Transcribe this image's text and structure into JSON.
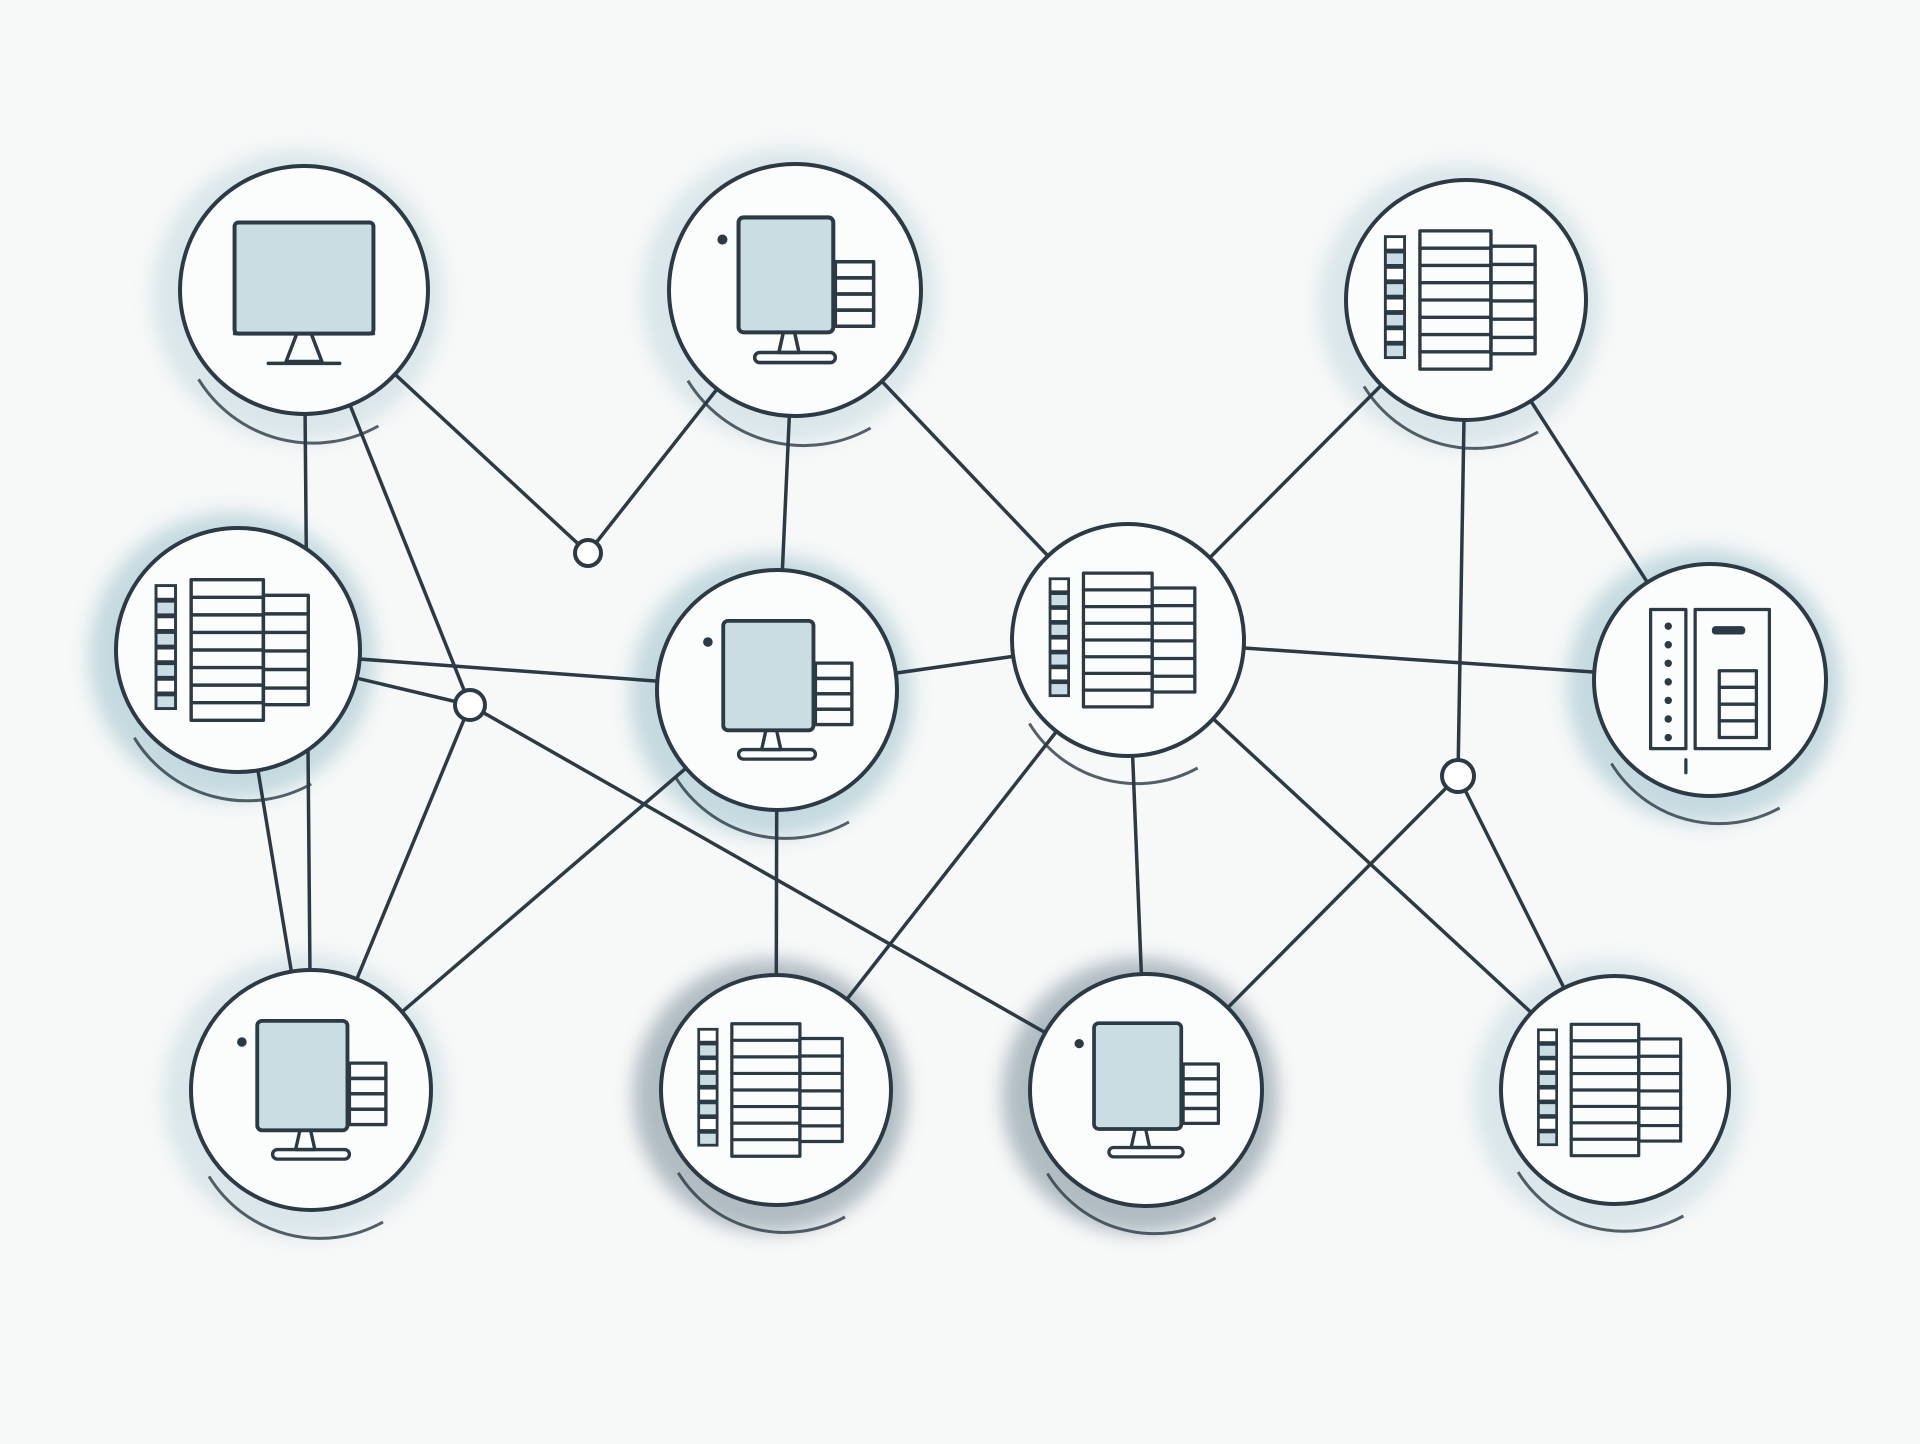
{
  "diagram": {
    "kind": "network-topology",
    "colors": {
      "background": "#f7f8f8",
      "stroke": "#2b3a45",
      "screen_fill": "#c9dde3",
      "halo": "#c3d9df",
      "halo_dark": "#a9b6bd",
      "node_fill": "#fbfcfc"
    },
    "nodes": [
      {
        "id": "n1",
        "icon": "monitor-icon",
        "halo": "light"
      },
      {
        "id": "n2",
        "icon": "desktop-tower-icon",
        "halo": "light"
      },
      {
        "id": "n3",
        "icon": "server-rack-icon",
        "halo": "light"
      },
      {
        "id": "n4",
        "icon": "server-rack-icon",
        "halo": "teal"
      },
      {
        "id": "n5",
        "icon": "desktop-tower-icon",
        "halo": "teal"
      },
      {
        "id": "n6",
        "icon": "server-rack-icon",
        "halo": "none"
      },
      {
        "id": "n7",
        "icon": "server-panel-icon",
        "halo": "teal"
      },
      {
        "id": "n8",
        "icon": "desktop-tower-icon",
        "halo": "light"
      },
      {
        "id": "n9",
        "icon": "server-rack-icon",
        "halo": "dark"
      },
      {
        "id": "n10",
        "icon": "desktop-tower-icon",
        "halo": "dark"
      },
      {
        "id": "n11",
        "icon": "server-rack-icon",
        "halo": "light"
      }
    ],
    "junctions": [
      "j1",
      "j2",
      "j3"
    ],
    "links": [
      [
        "n1",
        "j1"
      ],
      [
        "j1",
        "n2"
      ],
      [
        "n1",
        "j2"
      ],
      [
        "j2",
        "n10"
      ],
      [
        "n4",
        "j2"
      ],
      [
        "j2",
        "n8"
      ],
      [
        "n4",
        "n5"
      ],
      [
        "n1",
        "n8"
      ],
      [
        "n4",
        "n8"
      ],
      [
        "n2",
        "n5"
      ],
      [
        "n2",
        "n6"
      ],
      [
        "n5",
        "n6"
      ],
      [
        "n5",
        "n8"
      ],
      [
        "n5",
        "n9"
      ],
      [
        "n6",
        "n3"
      ],
      [
        "n6",
        "n7"
      ],
      [
        "n6",
        "n9"
      ],
      [
        "n6",
        "n10"
      ],
      [
        "n6",
        "n11"
      ],
      [
        "n3",
        "j3"
      ],
      [
        "n3",
        "n7"
      ],
      [
        "j3",
        "n11"
      ],
      [
        "j3",
        "n10"
      ]
    ]
  }
}
